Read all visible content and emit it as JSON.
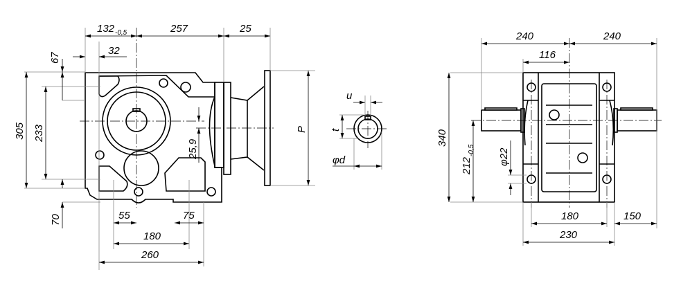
{
  "front_view": {
    "dims": {
      "d132": "132",
      "d132_tol": "-0,5",
      "d257": "257",
      "d25": "25",
      "d32": "32",
      "d67": "67",
      "d305": "305",
      "d233": "233",
      "d25_9": "25,9",
      "d70": "70",
      "d55": "55",
      "d75": "75",
      "d180": "180",
      "d260": "260",
      "dP": "P"
    }
  },
  "shaft_section": {
    "dims": {
      "u": "u",
      "t": "t",
      "d": "φd"
    }
  },
  "side_view": {
    "dims": {
      "d240_left": "240",
      "d240_right": "240",
      "d116": "116",
      "d340": "340",
      "d212": "212",
      "d212_tol": "-0,5",
      "d22": "φ22",
      "d180": "180",
      "d150": "150",
      "d230": "230"
    }
  }
}
